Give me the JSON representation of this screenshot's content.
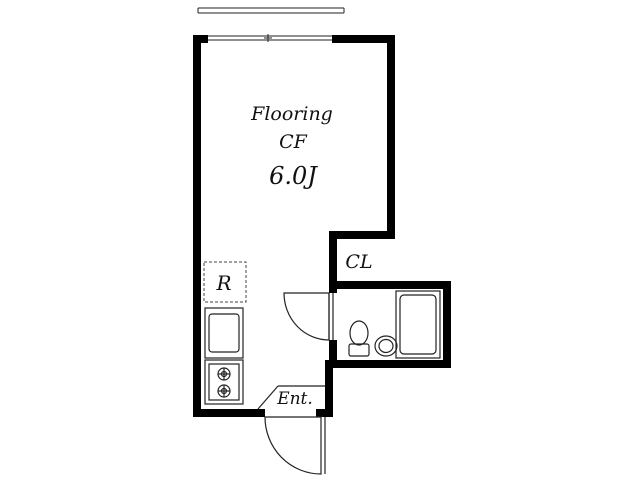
{
  "floorplan": {
    "room": {
      "flooring_label": "Flooring",
      "flooring_type": "CF",
      "size": "6.0J"
    },
    "closet_label": "CL",
    "refrigerator_label": "R",
    "entrance_label": "Ent.",
    "fixtures": [
      "window",
      "sink",
      "two-burner-stove",
      "toilet",
      "washbasin",
      "bathtub",
      "door-swing"
    ]
  },
  "colors": {
    "wall": "#000000",
    "fixture_line": "#222222",
    "background": "#ffffff"
  }
}
